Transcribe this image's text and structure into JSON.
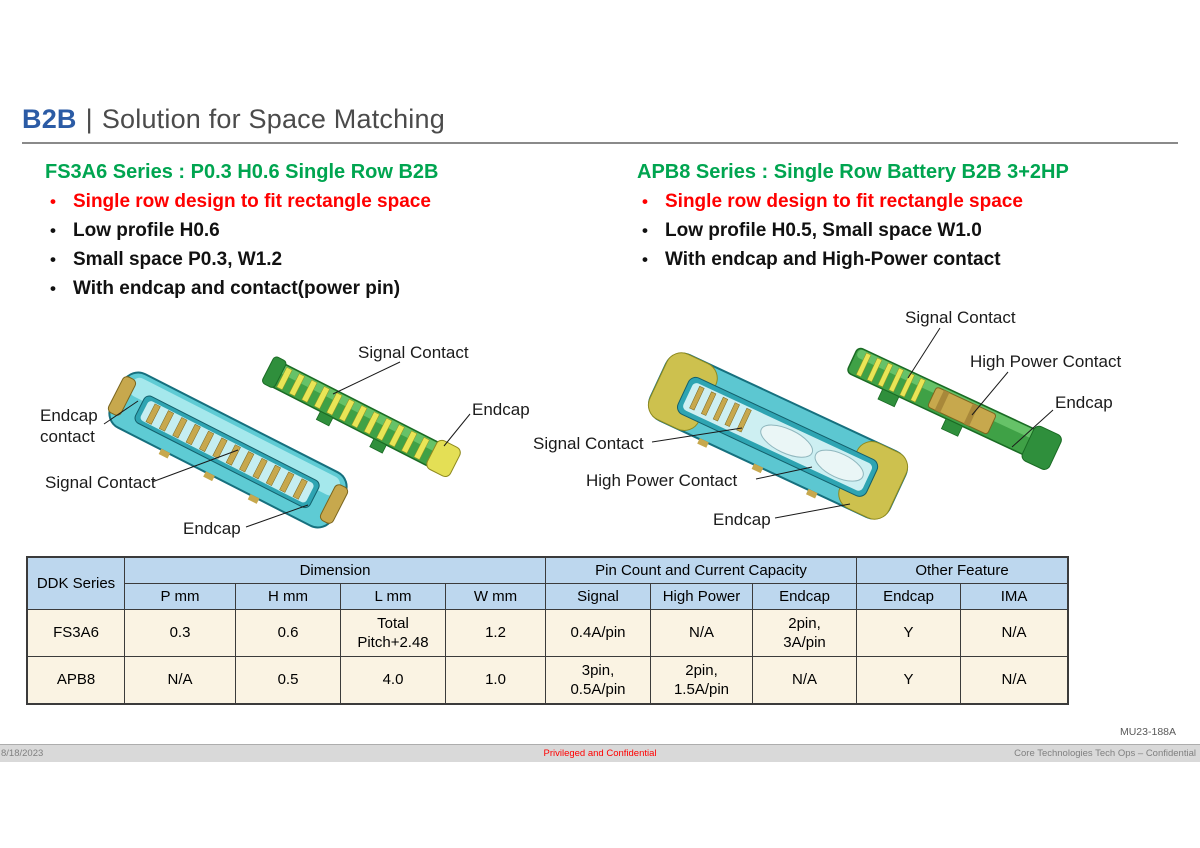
{
  "title": {
    "brand": "B2B",
    "sep": "|",
    "text": "Solution for Space Matching"
  },
  "sections": {
    "left": {
      "heading": "FS3A6 Series : P0.3 H0.6 Single Row B2B",
      "bullets": [
        "Single row design to fit rectangle space",
        "Low profile H0.6",
        "Small space P0.3, W1.2",
        "With endcap and contact(power pin)"
      ]
    },
    "right": {
      "heading": "APB8 Series : Single Row Battery B2B 3+2HP",
      "bullets": [
        "Single row design to fit rectangle space",
        "Low profile H0.5, Small space W1.0",
        "With endcap and High-Power contact"
      ]
    }
  },
  "callouts": {
    "left": {
      "signal_top": "Signal Contact",
      "endcap_right": "Endcap",
      "endcap_contact": "Endcap\ncontact",
      "signal_left": "Signal Contact",
      "endcap_bottom": "Endcap"
    },
    "right": {
      "signal_top": "Signal Contact",
      "high_power_top": "High Power Contact",
      "endcap_right": "Endcap",
      "signal_left": "Signal Contact",
      "high_power_left": "High Power Contact",
      "endcap_bottom": "Endcap"
    }
  },
  "table": {
    "header1": {
      "series": "DDK Series",
      "dimension": "Dimension",
      "pin": "Pin Count and Current Capacity",
      "other": "Other Feature"
    },
    "header2": [
      "P mm",
      "H mm",
      "L mm",
      "W mm",
      "Signal",
      "High Power",
      "Endcap",
      "Endcap",
      "IMA"
    ],
    "rows": [
      {
        "series": "FS3A6",
        "cells": [
          "0.3",
          "0.6",
          "Total\nPitch+2.48",
          "1.2",
          "0.4A/pin",
          "N/A",
          "2pin,\n3A/pin",
          "Y",
          "N/A"
        ]
      },
      {
        "series": "APB8",
        "cells": [
          "N/A",
          "0.5",
          "4.0",
          "1.0",
          "3pin,\n0.5A/pin",
          "2pin,\n1.5A/pin",
          "N/A",
          "Y",
          "N/A"
        ]
      }
    ]
  },
  "footer": {
    "date": "8/18/2023",
    "center": "Privileged and Confidential",
    "right": "Core Technologies Tech Ops – Confidential",
    "doc_number": "MU23-188A"
  },
  "colors": {
    "title_blue": "#2b5ba5",
    "title_gray": "#4b4b4b",
    "heading_green": "#00a550",
    "bullet_red": "#ff0000",
    "table_header_blue": "#bdd7ee",
    "table_row_cream": "#faf3e3",
    "footer_red": "#ff0000",
    "connector_teal": "#5ecbd4",
    "connector_green": "#3fa146",
    "contact_gold": "#c7a84d",
    "stripe_yellow": "#e9e556"
  }
}
